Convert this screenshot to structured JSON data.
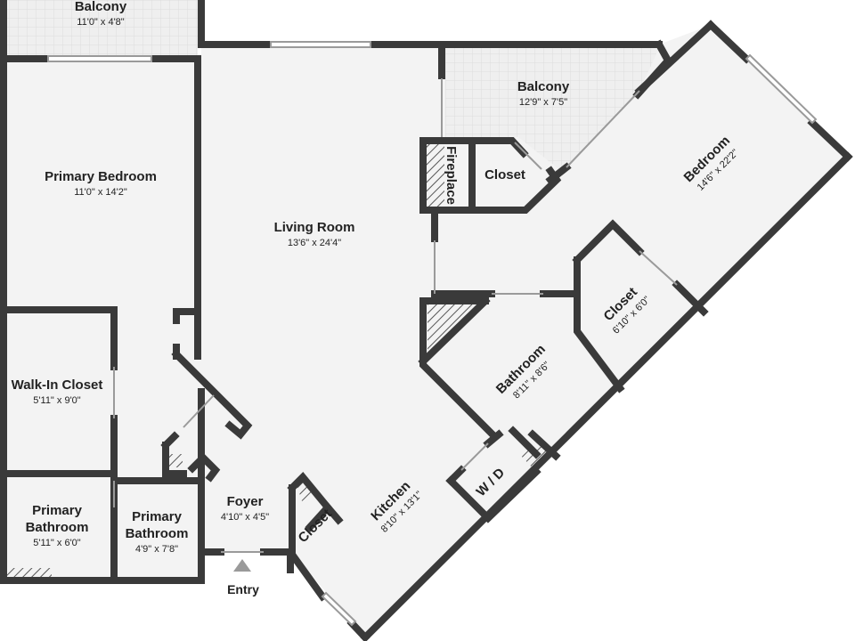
{
  "rooms": {
    "balcony_top": {
      "name": "Balcony",
      "dim": "11'0\" x 4'8\""
    },
    "primary_bedroom": {
      "name": "Primary Bedroom",
      "dim": "11'0\" x 14'2\""
    },
    "living_room": {
      "name": "Living Room",
      "dim": "13'6\" x 24'4\""
    },
    "balcony_right": {
      "name": "Balcony",
      "dim": "12'9\" x 7'5\""
    },
    "fireplace": {
      "name": "Fireplace"
    },
    "closet_small": {
      "name": "Closet"
    },
    "bedroom": {
      "name": "Bedroom",
      "dim": "14'6\" x 22'2\""
    },
    "closet_bedroom": {
      "name": "Closet",
      "dim": "6'10\" x 6'0\""
    },
    "walk_in_closet": {
      "name": "Walk-In Closet",
      "dim": "5'11\" x 9'0\""
    },
    "bathroom": {
      "name": "Bathroom",
      "dim": "8'11\" x 8'6\""
    },
    "primary_bathroom_left": {
      "name1": "Primary",
      "name2": "Bathroom",
      "dim": "5'11\" x 6'0\""
    },
    "primary_bathroom_mid": {
      "name1": "Primary",
      "name2": "Bathroom",
      "dim": "4'9\" x 7'8\""
    },
    "foyer": {
      "name": "Foyer",
      "dim": "4'10\" x 4'5\""
    },
    "closet_foyer": {
      "name": "Closet"
    },
    "kitchen": {
      "name": "Kitchen",
      "dim": "8'10\" x 13'1\""
    },
    "washer_dryer": {
      "name": "W / D"
    }
  },
  "entry": {
    "label": "Entry"
  },
  "colors": {
    "wall": "#3a3a3a",
    "floor": "#f3f3f3",
    "balcony": "#ececec",
    "hatch": "#555555"
  }
}
